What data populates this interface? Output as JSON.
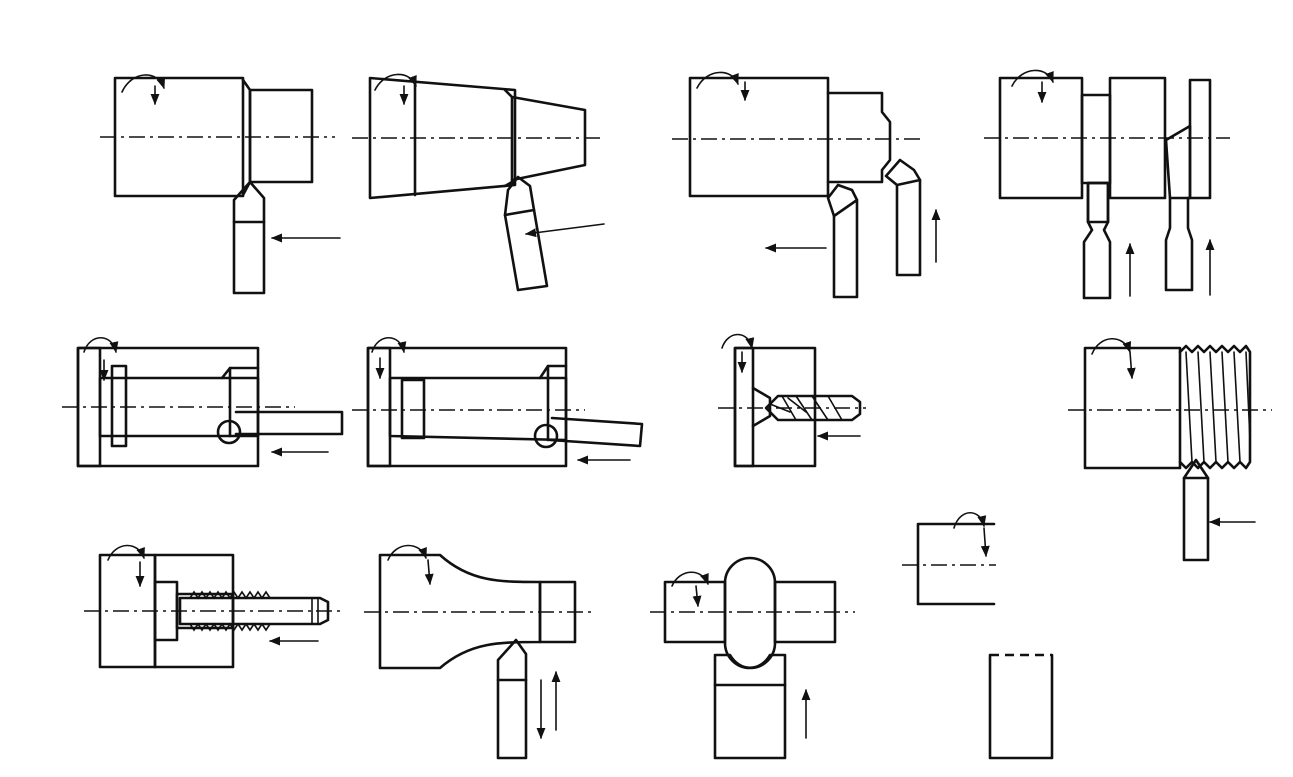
{
  "colors": {
    "ink": "#111111",
    "background": "#ffffff"
  },
  "operations": [
    {
      "id": "turn-outer-step",
      "icons": [
        "rotation-arrow-icon",
        "feed-arrow-icon"
      ]
    },
    {
      "id": "turn-taper",
      "icons": [
        "rotation-arrow-icon",
        "feed-arrow-icon"
      ]
    },
    {
      "id": "face-and-groove",
      "icons": [
        "rotation-arrow-icon",
        "feed-arrow-icon"
      ]
    },
    {
      "id": "part-off-and-chamfer",
      "icons": [
        "rotation-arrow-icon",
        "feed-arrow-icon"
      ]
    },
    {
      "id": "bore-cylinder",
      "icons": [
        "rotation-arrow-icon",
        "feed-arrow-icon"
      ]
    },
    {
      "id": "bore-taper",
      "icons": [
        "rotation-arrow-icon",
        "feed-arrow-icon"
      ]
    },
    {
      "id": "drill",
      "icons": [
        "rotation-arrow-icon",
        "feed-arrow-icon"
      ]
    },
    {
      "id": "cut-outer-thread",
      "icons": [
        "rotation-arrow-icon",
        "feed-arrow-icon"
      ]
    },
    {
      "id": "tap-inner-thread",
      "icons": [
        "rotation-arrow-icon",
        "feed-arrow-icon"
      ]
    },
    {
      "id": "form-turn-concave",
      "icons": [
        "rotation-arrow-icon",
        "feed-arrow-icon"
      ]
    },
    {
      "id": "form-turn-convex",
      "icons": [
        "rotation-arrow-icon",
        "feed-arrow-icon"
      ]
    },
    {
      "id": "partial-sketch",
      "icons": [
        "rotation-arrow-icon"
      ]
    }
  ]
}
